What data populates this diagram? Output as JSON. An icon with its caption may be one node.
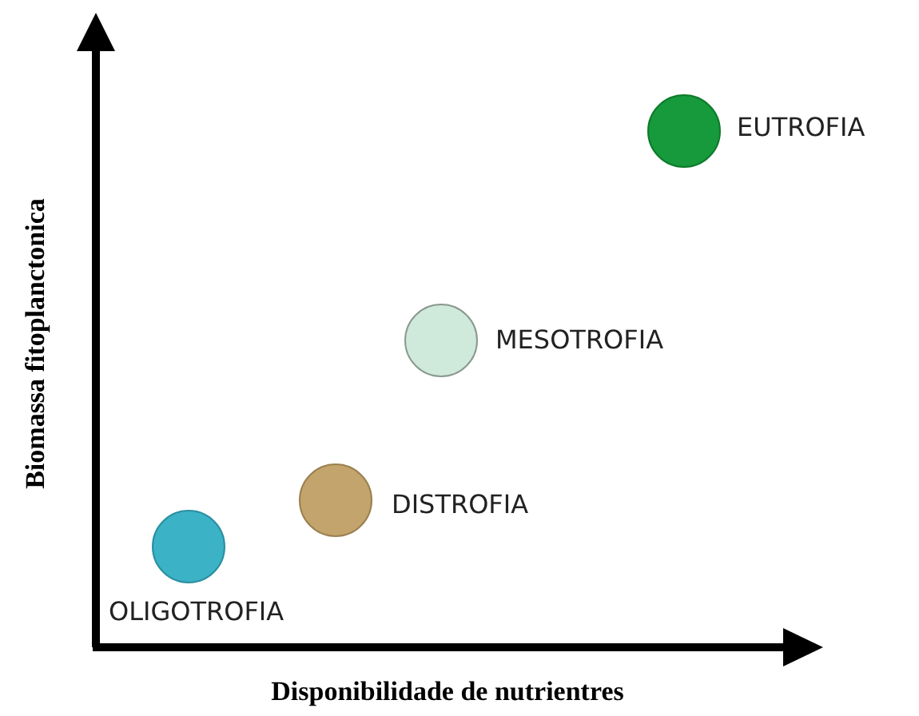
{
  "diagram": {
    "nodes": [
      {
        "text": [],
        "shape": "circle",
        "beside": [
          "EUTROFIA"
        ]
      },
      {
        "text": [],
        "shape": "circle",
        "beside": [
          "MESOTROFIA"
        ]
      },
      {
        "text": [],
        "shape": "circle",
        "beside": [
          "DISTROFIA"
        ]
      },
      {
        "text": [],
        "shape": "circle",
        "beside": [
          "OLIGOTROFIA"
        ]
      }
    ],
    "labels": [
      "Biomassa fitoplanctonica",
      "Disponibilidade de nutrientres"
    ]
  }
}
